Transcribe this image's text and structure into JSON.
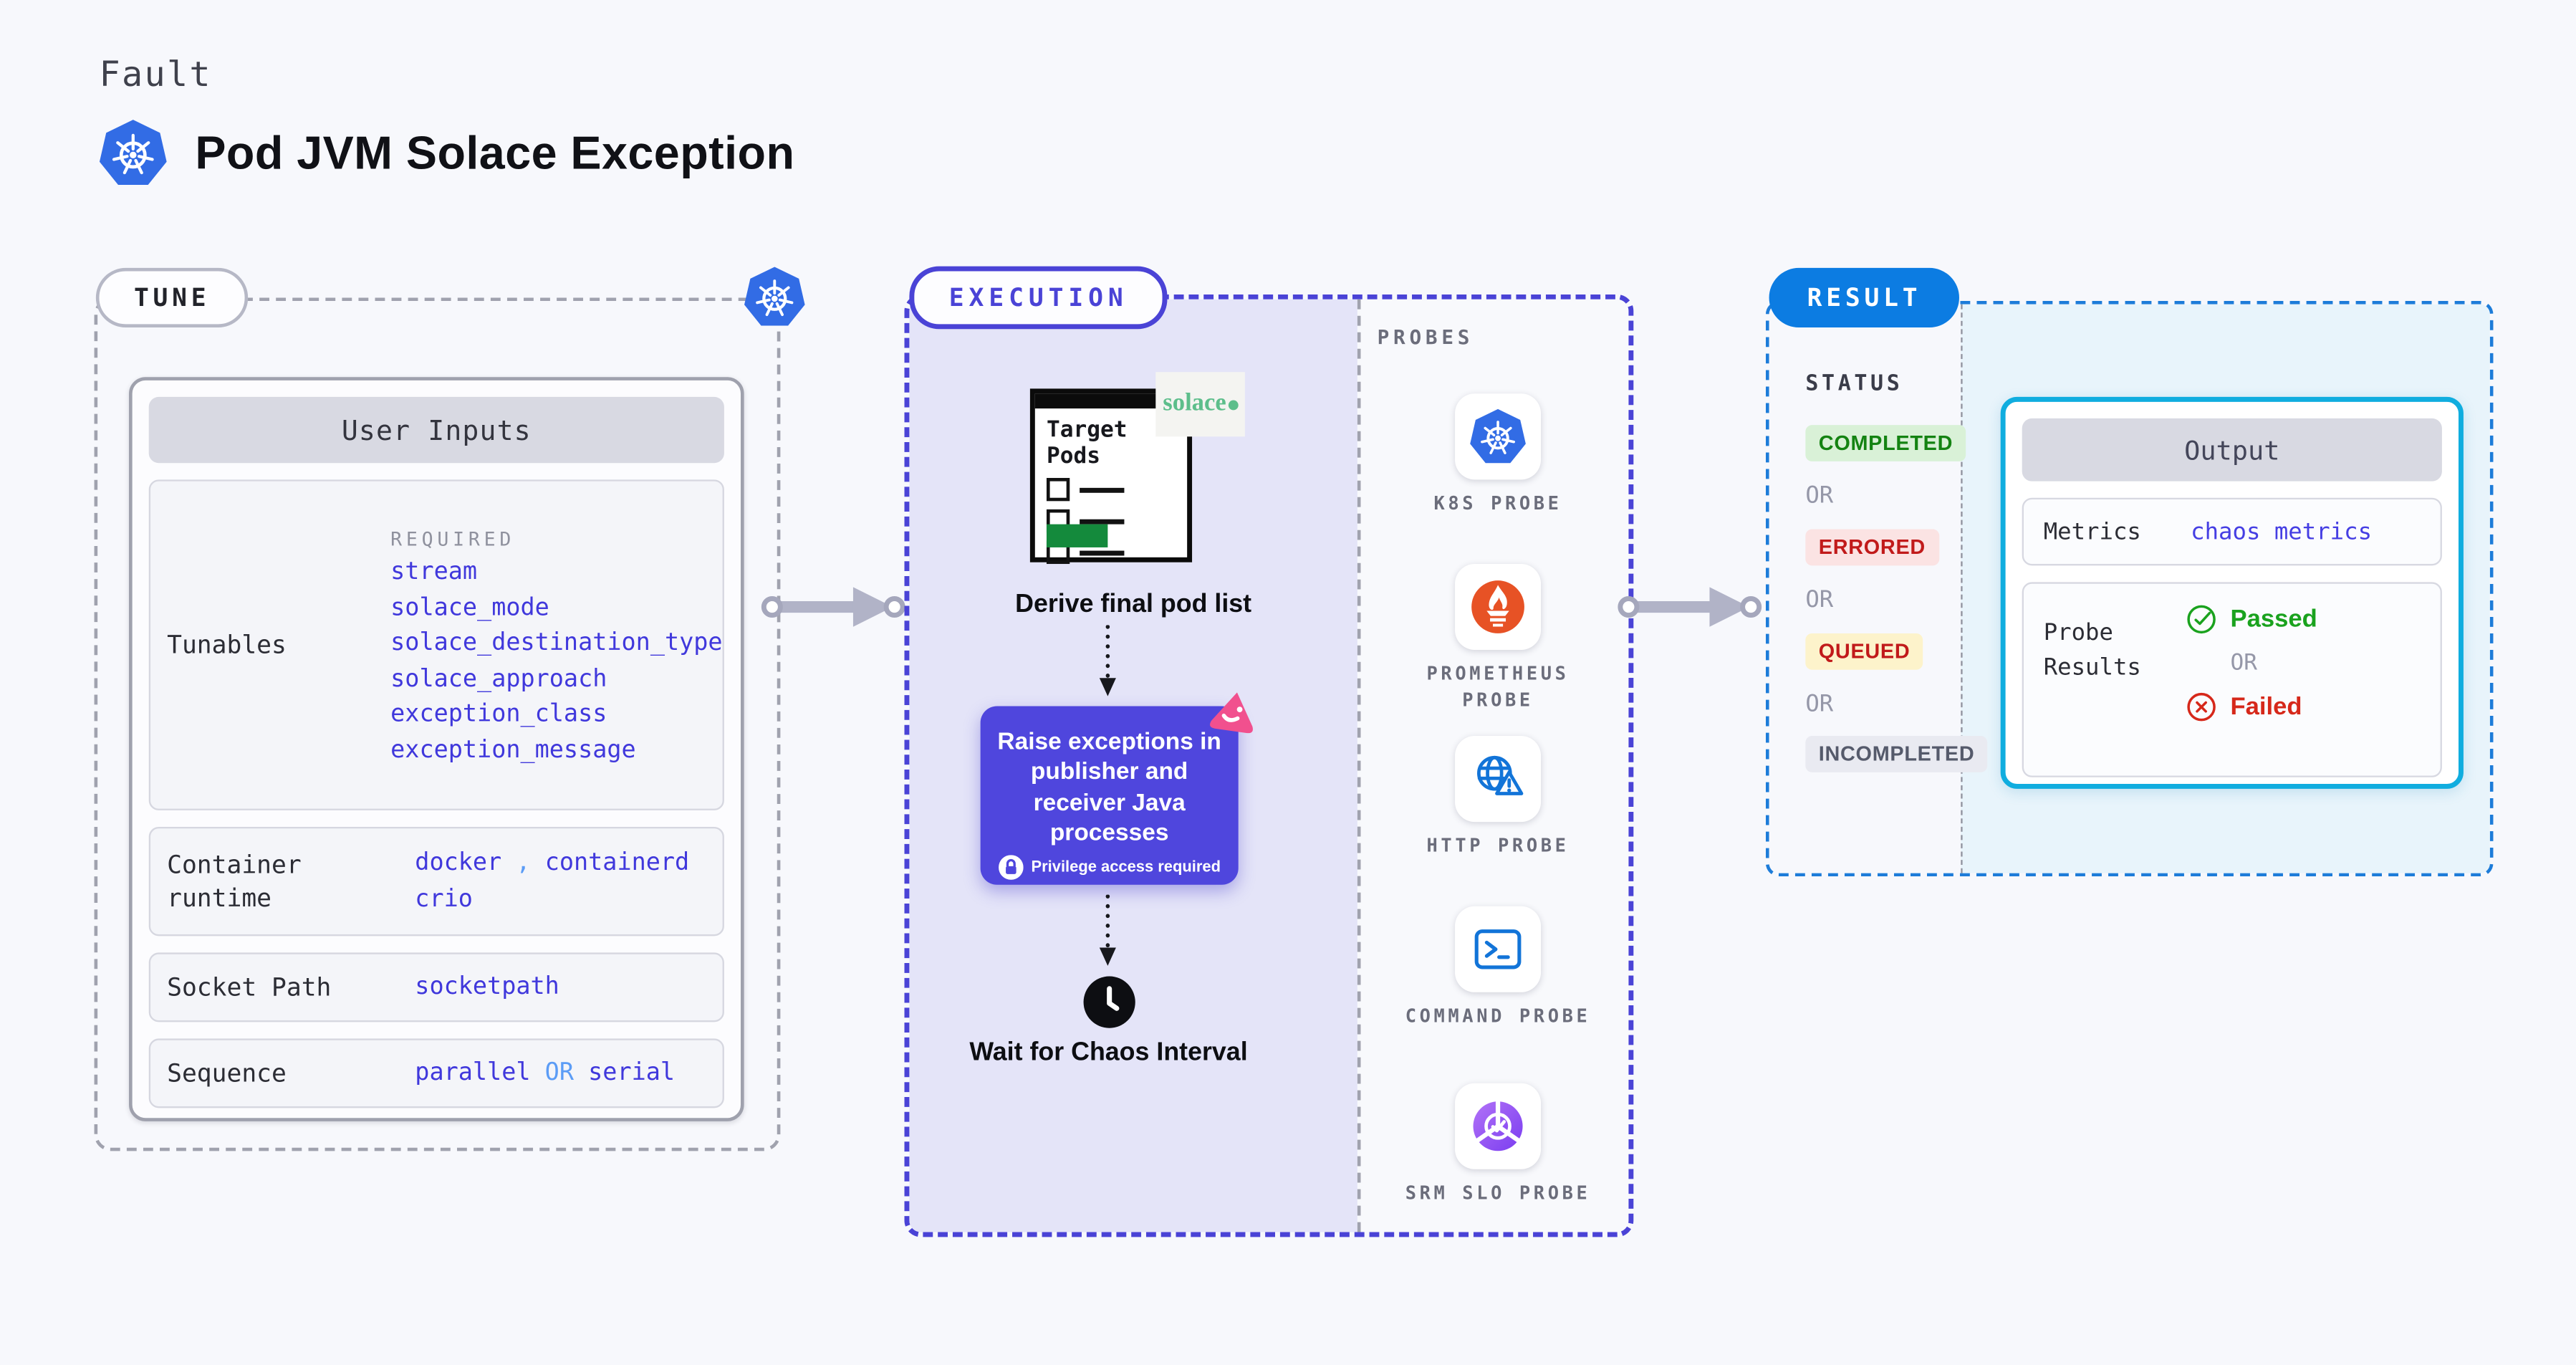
{
  "header": {
    "eyebrow": "Fault",
    "title": "Pod JVM Solace Exception"
  },
  "tune": {
    "badge": "TUNE",
    "user_inputs": {
      "title": "User Inputs",
      "tunables": {
        "label": "Tunables",
        "required_label": "REQUIRED",
        "values": [
          "stream",
          "solace_mode",
          "solace_destination_type",
          "solace_approach",
          "exception_class",
          "exception_message"
        ]
      },
      "container_runtime": {
        "label": "Container runtime",
        "v1": "docker",
        "sep": ",",
        "v2": "containerd",
        "v3": "crio"
      },
      "socket_path": {
        "label": "Socket Path",
        "value": "socketpath"
      },
      "sequence": {
        "label": "Sequence",
        "value_a": "parallel",
        "or": "OR",
        "value_b": "serial"
      }
    }
  },
  "execution": {
    "badge": "EXECUTION",
    "target_pods": {
      "window_title": "Target Pods",
      "logo_text": "solace"
    },
    "derive_step": "Derive final pod list",
    "action_card": {
      "text": "Raise exceptions in publisher and receiver Java processes",
      "note": "Privilege access required"
    },
    "wait_step": "Wait for Chaos Interval"
  },
  "probes": {
    "label": "PROBES",
    "items": [
      {
        "label": "K8S PROBE",
        "icon": "kubernetes-icon"
      },
      {
        "label": "PROMETHEUS PROBE",
        "icon": "prometheus-icon"
      },
      {
        "label": "HTTP PROBE",
        "icon": "globe-warning-icon"
      },
      {
        "label": "COMMAND PROBE",
        "icon": "terminal-icon"
      },
      {
        "label": "SRM SLO PROBE",
        "icon": "slo-pie-check-icon"
      }
    ]
  },
  "result": {
    "badge": "RESULT",
    "status": {
      "label": "STATUS",
      "or": "OR",
      "items": [
        {
          "text": "COMPLETED",
          "type": "success"
        },
        {
          "text": "ERRORED",
          "type": "error"
        },
        {
          "text": "QUEUED",
          "type": "warning"
        },
        {
          "text": "INCOMPLETED",
          "type": "neutral"
        }
      ]
    },
    "output": {
      "title": "Output",
      "metrics": {
        "label": "Metrics",
        "value": "chaos metrics"
      },
      "probe_results": {
        "label": "Probe Results",
        "passed": "Passed",
        "or": "OR",
        "failed": "Failed"
      }
    }
  },
  "colors": {
    "accent_indigo": "#4a43d6",
    "accent_blue": "#0c7ce2",
    "accent_cyan": "#10addf",
    "kubernetes_blue": "#326ce5",
    "prometheus_orange": "#e75225",
    "solace_green": "#5dbe8b",
    "action_purple": "#4f46dd",
    "chaos_pink": "#f1508e",
    "status_green": "#148312",
    "status_red": "#c11a1a",
    "passed_green": "#1aa21e",
    "failed_red": "#d6281a"
  }
}
